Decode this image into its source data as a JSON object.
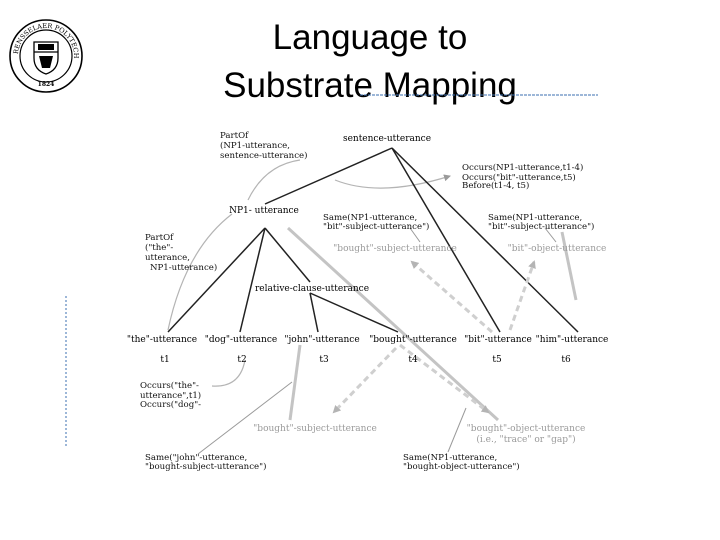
{
  "slide": {
    "title_line1": "Language to",
    "title_line2": "Substrate Mapping"
  },
  "logo": {
    "top_text": "RENSSELAER POLYTECHNIC INSTITUTE",
    "year": "1824"
  },
  "nodes": {
    "sentence": "sentence-utterance",
    "np1": "NP1- utterance",
    "relclause": "relative-clause-utterance",
    "the": "\"the\"-utterance",
    "dog": "\"dog\"-utterance",
    "john": "\"john\"-utterance",
    "bought": "\"bought\"-utterance",
    "bit": "\"bit\"-utterance",
    "him": "\"him\"-utterance",
    "bought_subject_upper": "\"bought\"-subject-utterance",
    "bit_object": "\"bit\"-object-utterance",
    "bought_subject_lower": "\"bought\"-subject-utterance",
    "bought_object": "\"bought\"-object-utterance",
    "bought_object_note": "(i.e., \"trace\" or \"gap\")"
  },
  "time_labels": [
    "t1",
    "t2",
    "t3",
    "t4",
    "t5",
    "t6"
  ],
  "annotations": {
    "partof_np1": [
      "PartOf",
      "(NP1-utterance,",
      "sentence-utterance)"
    ],
    "partof_the": [
      "PartOf",
      "(\"the\"-",
      "utterance,",
      "NP1-utterance)"
    ],
    "occurs_np1": [
      "Occurs(NP1-utterance,t1-4)",
      "Occurs(\"bit\"-utterance,t5)",
      "Before(t1-4, t5)"
    ],
    "occurs_the": [
      "Occurs(\"the\"-",
      "utterance\",t1)",
      "Occurs(\"dog\"-"
    ],
    "same_np1_bit": [
      "Same(NP1-utterance,",
      "\"bit\"-subject-utterance\")"
    ],
    "same_np1_bit_obj": [
      "Same(NP1-utterance,",
      "\"bit\"-subject-utterance\")"
    ],
    "same_john": [
      "Same(\"john\"-utterance,",
      "\"bought-subject-utterance\")"
    ],
    "same_np1_bought_obj": [
      "Same(NP1-utterance,",
      "\"bought-object-utterance\")"
    ]
  },
  "colors": {
    "tree_line": "#222222",
    "gray_line": "#b4b4b4",
    "gray_text": "#9a9a9a",
    "dash_arrow": "#c8c8c8",
    "slide_rule": "#3b6fb0"
  }
}
